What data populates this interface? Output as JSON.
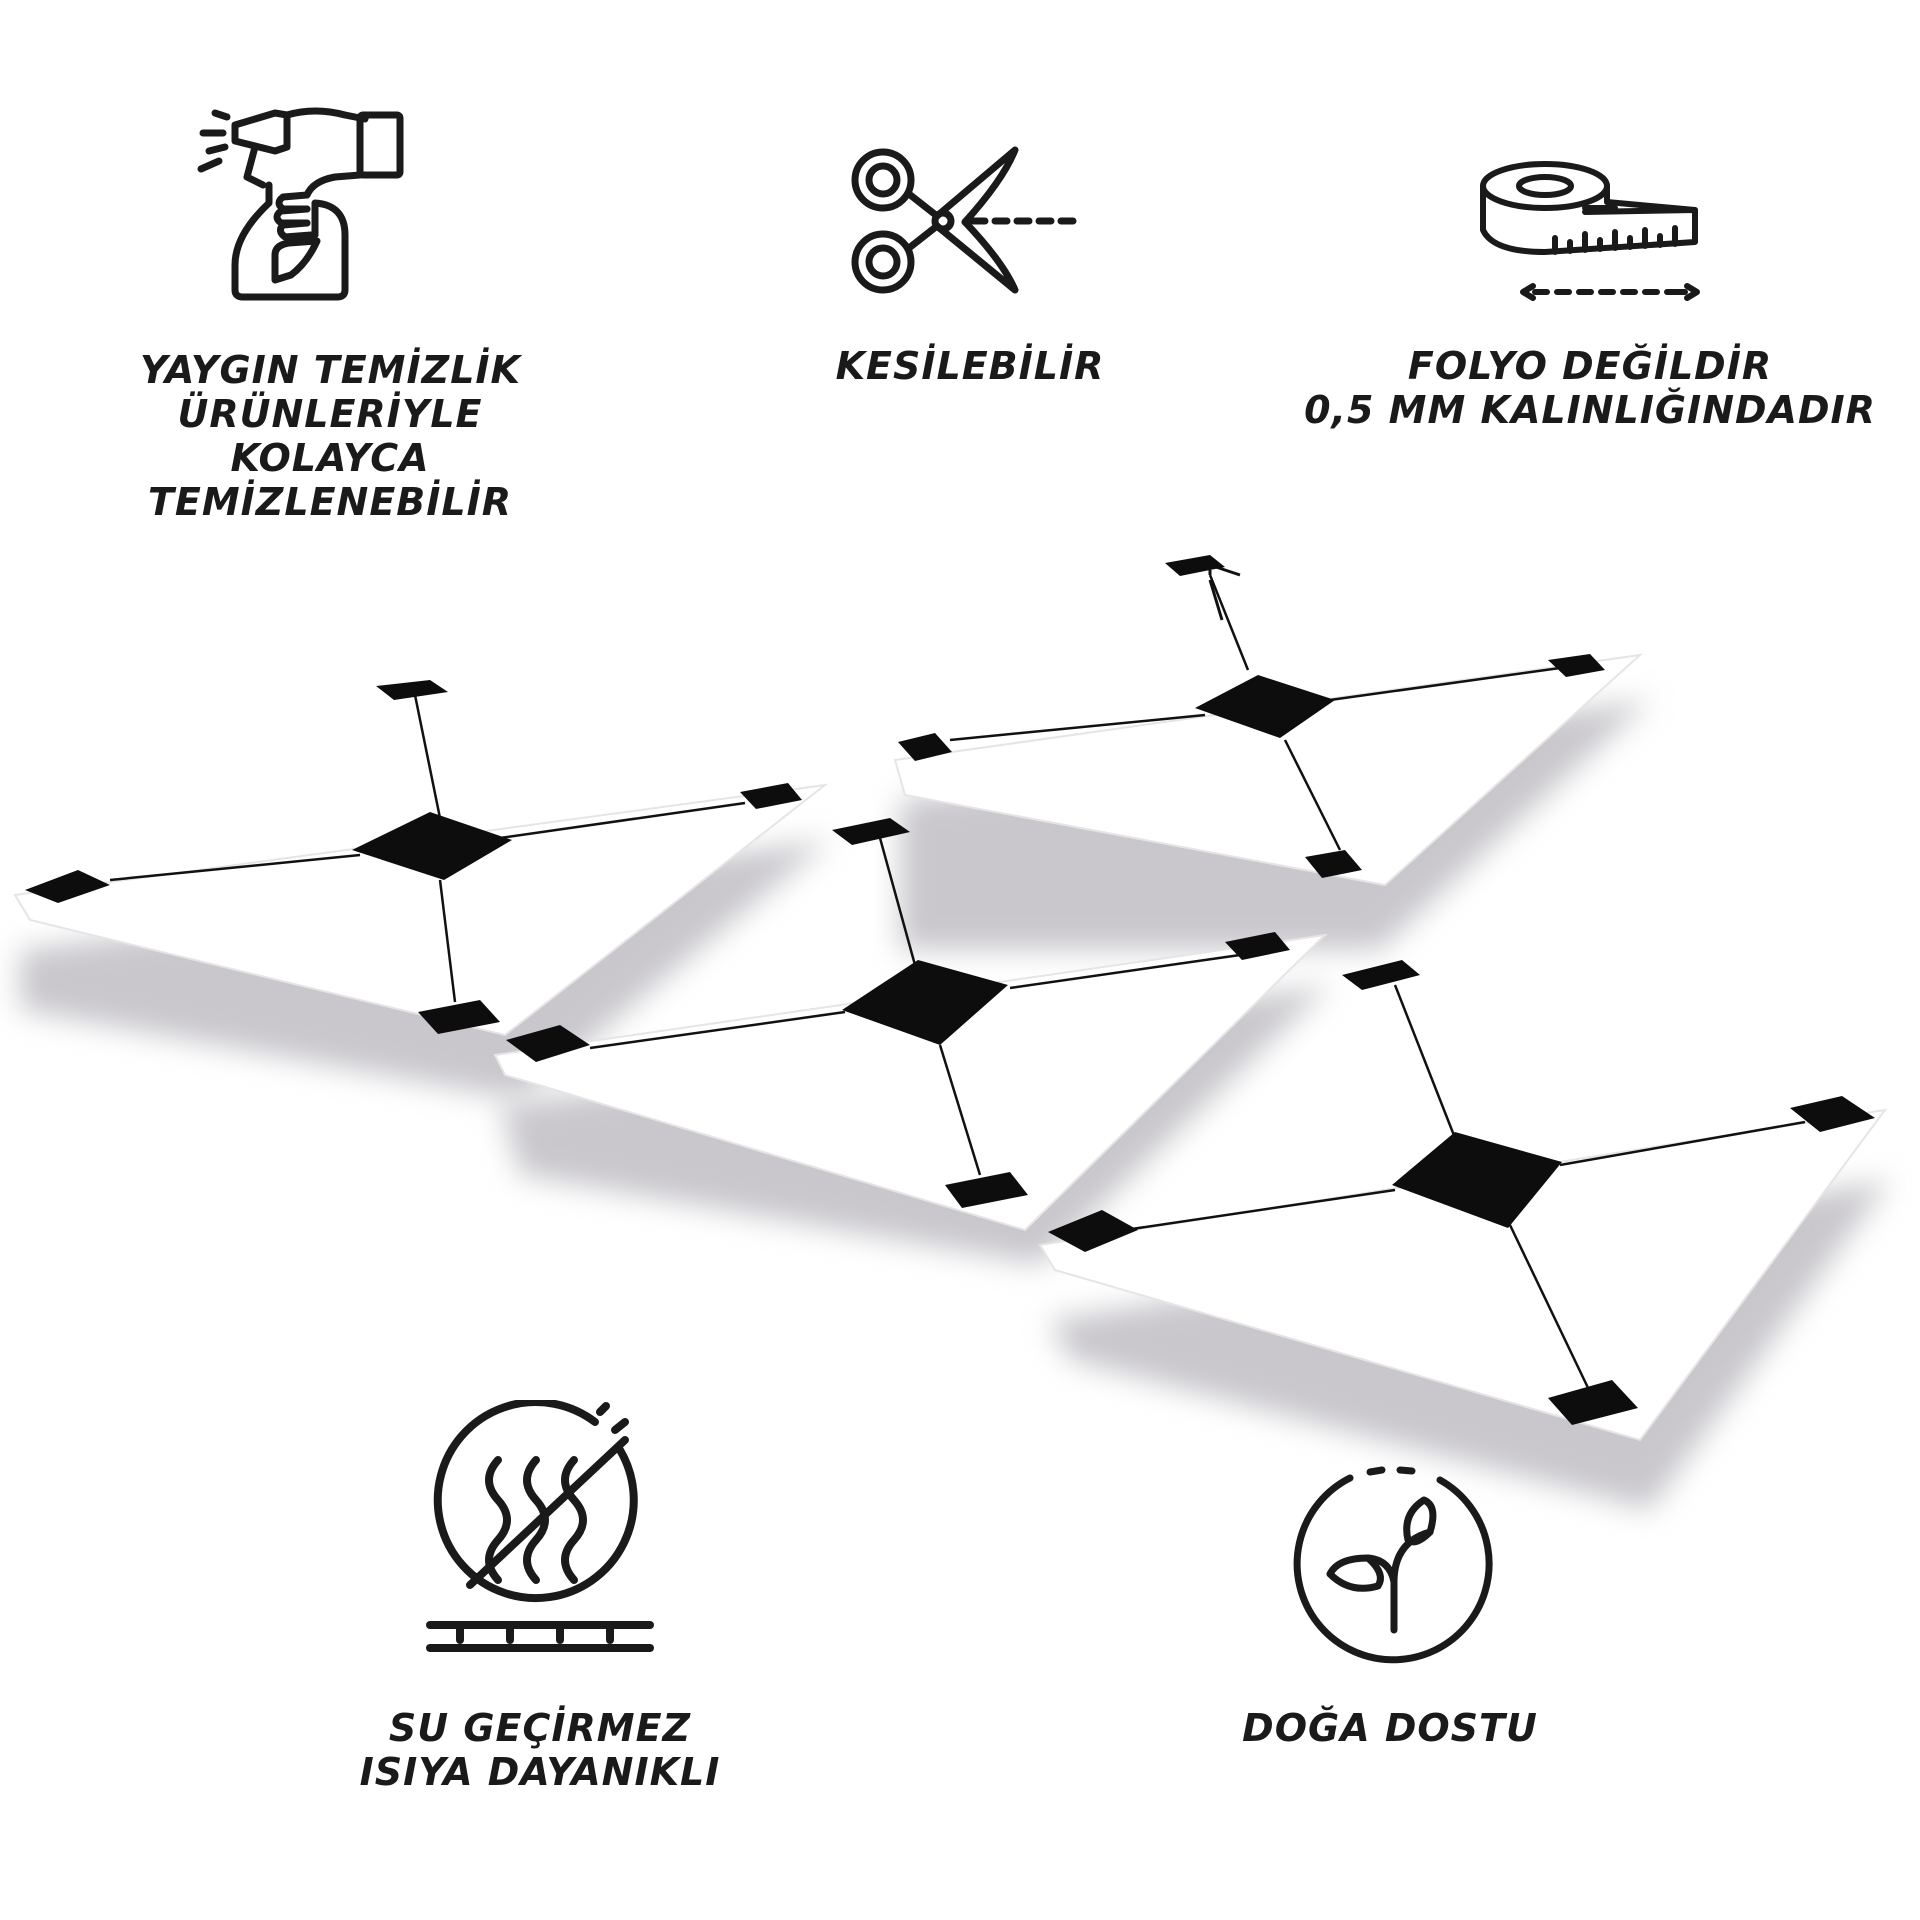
{
  "features": {
    "cleaning": {
      "icon": "spray-bottle-hand-icon",
      "lines": [
        "YAYGIN TEMİZLİK",
        "ÜRÜNLERİYLE",
        "KOLAYCA",
        "TEMİZLENEBİLİR"
      ]
    },
    "cut": {
      "icon": "scissors-icon",
      "lines": [
        "KESİLEBİLİR"
      ]
    },
    "thickness": {
      "icon": "measuring-tape-icon",
      "lines": [
        "FOLYO DEĞİLDİR",
        "0,5 MM KALINLIĞINDADIR"
      ]
    },
    "waterproof": {
      "icon": "no-heat-steam-icon",
      "lines": [
        "SU GEÇİRMEZ",
        "ISIYA DAYANIKLI"
      ]
    },
    "eco": {
      "icon": "leaf-plant-icon",
      "lines": [
        "DOĞA DOSTU"
      ]
    }
  },
  "colors": {
    "ink": "#1a1a1a",
    "tile": "#ffffff",
    "marble": "#0d0d0d",
    "shadow": "#c9c7cc"
  }
}
